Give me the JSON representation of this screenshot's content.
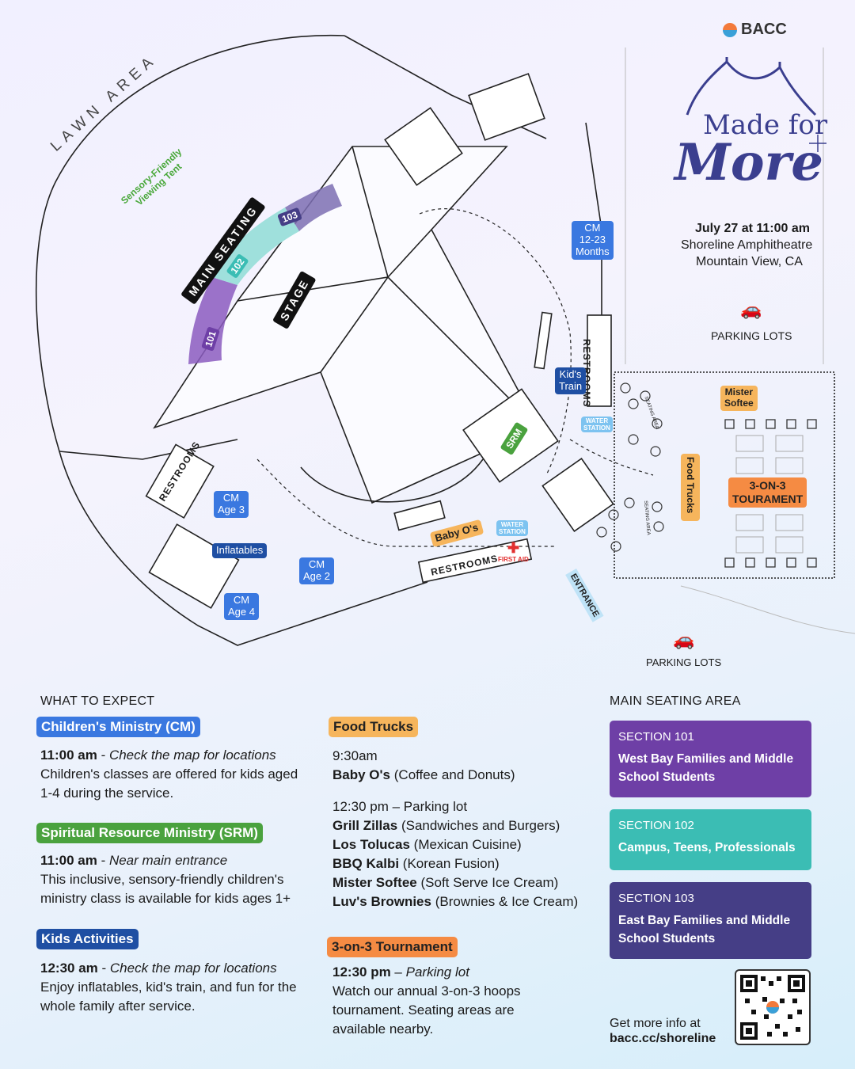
{
  "brand": {
    "name": "BACC"
  },
  "event": {
    "title_line1": "Made for",
    "title_line2": "More",
    "date": "July 27 at 11:00 am",
    "venue": "Shoreline Amphitheatre",
    "city": "Mountain View, CA"
  },
  "map": {
    "lawn_area": "LAWN AREA",
    "sensory_tent_line1": "Sensory-Friendly",
    "sensory_tent_line2": "Viewing Tent",
    "main_seating": "MAIN SEATING",
    "stage": "STAGE",
    "sections": [
      "101",
      "102",
      "103"
    ],
    "restrooms": "RESTROOMS",
    "cm_age3": [
      "CM",
      "Age 3"
    ],
    "cm_age2": [
      "CM",
      "Age 2"
    ],
    "cm_age4": [
      "CM",
      "Age 4"
    ],
    "cm_months": [
      "CM",
      "12-23",
      "Months"
    ],
    "inflatables": "Inflatables",
    "kids_train": [
      "Kid's",
      "Train"
    ],
    "srm": "SRM",
    "water_station": [
      "WATER",
      "STATION"
    ],
    "baby_os": "Baby O's",
    "first_aid": "FIRST AID",
    "entrance": "ENTRANCE",
    "seating_area": "SEATING AREA",
    "food_trucks": "Food Trucks",
    "mister_softee": [
      "Mister",
      "Softee"
    ],
    "tournament": [
      "3-ON-3",
      "TOURAMENT"
    ],
    "parking_lots": "PARKING LOTS",
    "colors": {
      "section101": "#8b5cc0",
      "section102": "#9fe0dc",
      "section103": "#7d6fb3"
    }
  },
  "what_to_expect": {
    "heading": "WHAT TO EXPECT",
    "cm": {
      "label": "Children's Ministry (CM)",
      "time": "11:00 am",
      "time_note": "Check the map for locations",
      "desc": "Children's classes are offered for kids aged 1-4 during the service."
    },
    "srm": {
      "label": "Spiritual Resource Ministry (SRM)",
      "time": "11:00 am",
      "time_note": "Near main entrance",
      "desc": "This inclusive, sensory-friendly children's ministry class is available for kids ages 1+"
    },
    "kids": {
      "label": "Kids Activities",
      "time": "12:30 am",
      "time_note": "Check the map for locations",
      "desc": "Enjoy inflatables, kid's train, and fun for the whole family after service."
    }
  },
  "food_trucks": {
    "label": "Food Trucks",
    "time1": "9:30am",
    "vendor1": {
      "name": "Baby O's",
      "desc": "(Coffee and Donuts)"
    },
    "time2": "12:30 pm – Parking lot",
    "vendors": [
      {
        "name": "Grill Zillas",
        "desc": "(Sandwiches and Burgers)"
      },
      {
        "name": "Los Tolucas",
        "desc": "(Mexican Cuisine)"
      },
      {
        "name": "BBQ Kalbi",
        "desc": "(Korean Fusion)"
      },
      {
        "name": "Mister Softee",
        "desc": "(Soft Serve Ice Cream)"
      },
      {
        "name": "Luv's Brownies",
        "desc": "(Brownies & Ice Cream)"
      }
    ]
  },
  "tournament": {
    "label": "3-on-3 Tournament",
    "time": "12:30 pm",
    "time_note": "Parking lot",
    "desc": "Watch our annual 3-on-3 hoops tournament. Seating areas are available nearby."
  },
  "main_seating": {
    "heading": "MAIN SEATING AREA",
    "sections": [
      {
        "title": "SECTION 101",
        "desc": "West Bay Families and Middle School Students",
        "color": "#6e3fa6"
      },
      {
        "title": "SECTION 102",
        "desc": "Campus, Teens, Professionals",
        "color": "#3bbdb4"
      },
      {
        "title": "SECTION 103",
        "desc": "East Bay Families and Middle School Students",
        "color": "#453e86"
      }
    ]
  },
  "more_info": {
    "line1": "Get more info at",
    "line2": "bacc.cc/shoreline"
  }
}
